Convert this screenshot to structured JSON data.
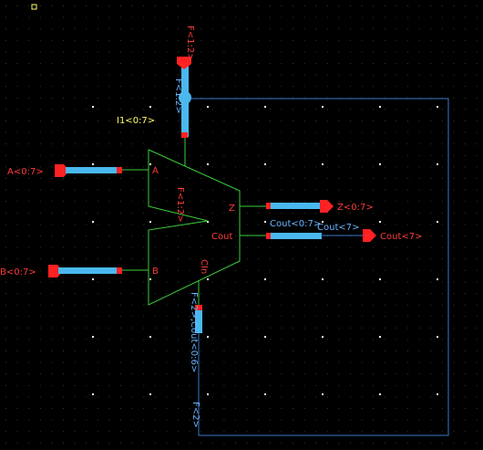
{
  "schematic": {
    "instance_name": "I1<0:7>",
    "symbol_pins": {
      "a": "A",
      "b": "B",
      "z": "Z",
      "cout": "Cout",
      "cin": "CIn",
      "f": "F<1:2>"
    },
    "pins": {
      "f_top": "F<1:2>",
      "a_in": "A<0:7>",
      "b_in": "B<0:7>",
      "z_out": "Z<0:7>",
      "cout_out": "Cout<7>"
    },
    "wire_labels": {
      "f_vertical": "F<1:2>",
      "cout_bus": "Cout<0:7>",
      "cout7": "Cout<7>",
      "cin_bus": "F<2>,Cout<0:6>",
      "f2_loop": "F<2>"
    },
    "colors": {
      "background": "#000000",
      "grid_dot": "#ffffff",
      "symbol": "#3ccd3c",
      "pin": "#ff2222",
      "wire_highlight": "#4ab8ee",
      "net": "#3a78c8",
      "text_pin": "#ff3a3a",
      "text_net": "#6ab4ff",
      "text_inst": "#ffff66"
    }
  }
}
